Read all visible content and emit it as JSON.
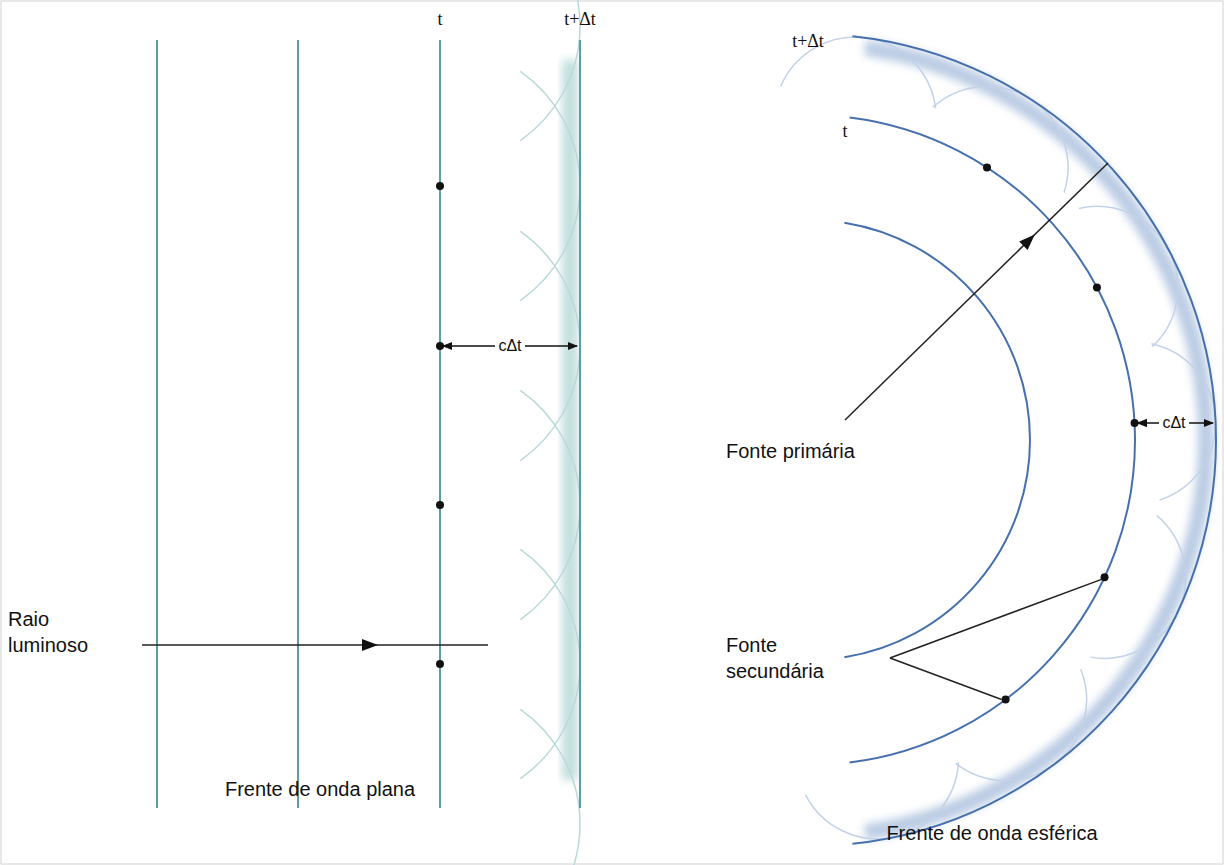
{
  "diagram": {
    "labels": [
      "t",
      "t+Δt",
      "cΔt",
      "Raio luminoso",
      "Frente de onda plana",
      "t+Δt",
      "t",
      "Fonte primária",
      "cΔt",
      "Fonte secundária",
      "Frente de onda esférica"
    ]
  }
}
